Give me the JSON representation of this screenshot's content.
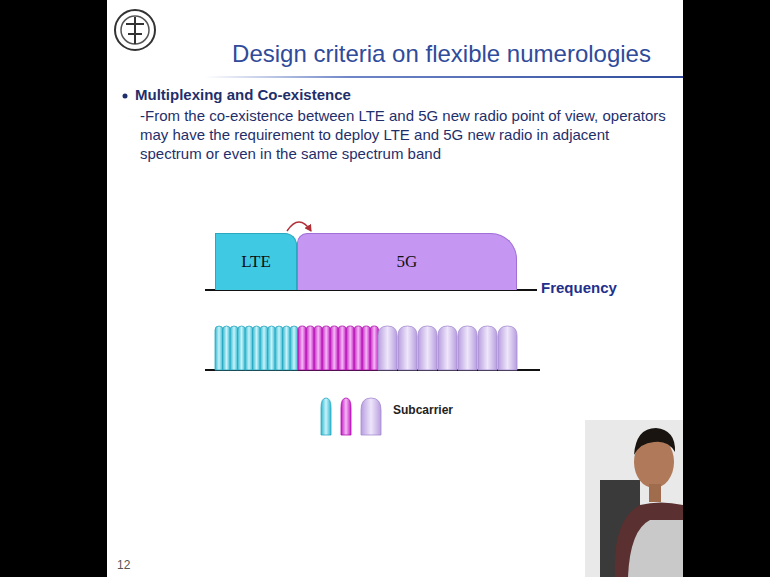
{
  "diagram": {
    "title": "Design criteria on flexible numerologies",
    "nodes": [
      {
        "text": [
          "LTE"
        ]
      },
      {
        "text": [
          "5G"
        ]
      }
    ],
    "edges": [
      {
        "from": 0,
        "to": 1,
        "arrow": "to"
      }
    ],
    "labels": [
      "Multiplexing and Co-existence",
      "-From the co-existence between LTE and 5G new radio point of view, operators may have the requirement to deploy LTE and 5G new radio in adjacent spectrum or even in the same spectrum band",
      "Frequency",
      "12"
    ],
    "legend": [
      {
        "text": "Subcarrier"
      }
    ]
  }
}
